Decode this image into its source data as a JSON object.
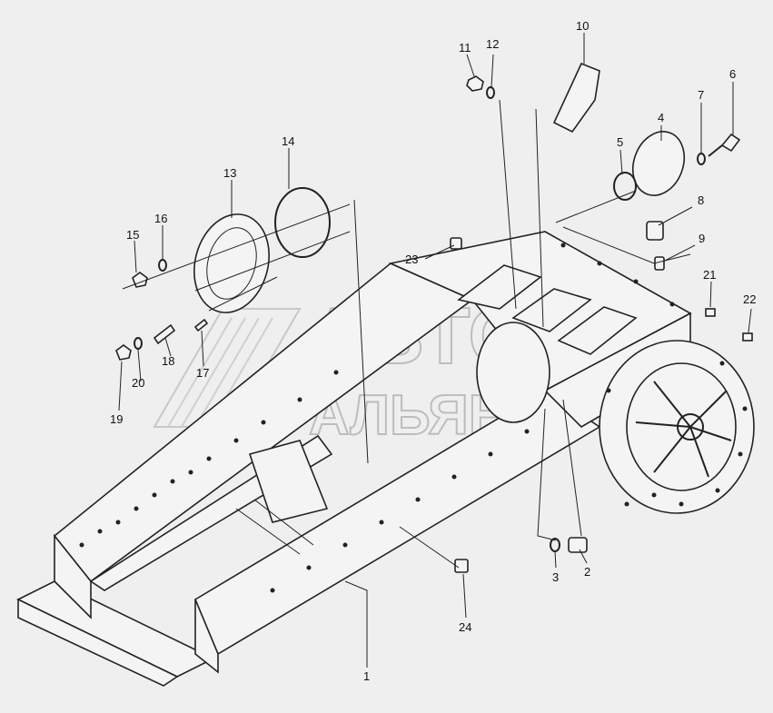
{
  "watermark": {
    "line1": "АВТО",
    "line2": "АЛЬЯНС"
  },
  "callouts": [
    {
      "id": "1",
      "label": "1"
    },
    {
      "id": "2",
      "label": "2"
    },
    {
      "id": "3",
      "label": "3"
    },
    {
      "id": "4",
      "label": "4"
    },
    {
      "id": "5",
      "label": "5"
    },
    {
      "id": "6",
      "label": "6"
    },
    {
      "id": "7",
      "label": "7"
    },
    {
      "id": "8",
      "label": "8"
    },
    {
      "id": "9",
      "label": "9"
    },
    {
      "id": "10",
      "label": "10"
    },
    {
      "id": "11",
      "label": "11"
    },
    {
      "id": "12",
      "label": "12"
    },
    {
      "id": "13",
      "label": "13"
    },
    {
      "id": "14",
      "label": "14"
    },
    {
      "id": "15",
      "label": "15"
    },
    {
      "id": "16",
      "label": "16"
    },
    {
      "id": "17",
      "label": "17"
    },
    {
      "id": "18",
      "label": "18"
    },
    {
      "id": "19",
      "label": "19"
    },
    {
      "id": "20",
      "label": "20"
    },
    {
      "id": "21",
      "label": "21"
    },
    {
      "id": "22",
      "label": "22"
    },
    {
      "id": "23",
      "label": "23"
    },
    {
      "id": "24",
      "label": "24"
    }
  ]
}
